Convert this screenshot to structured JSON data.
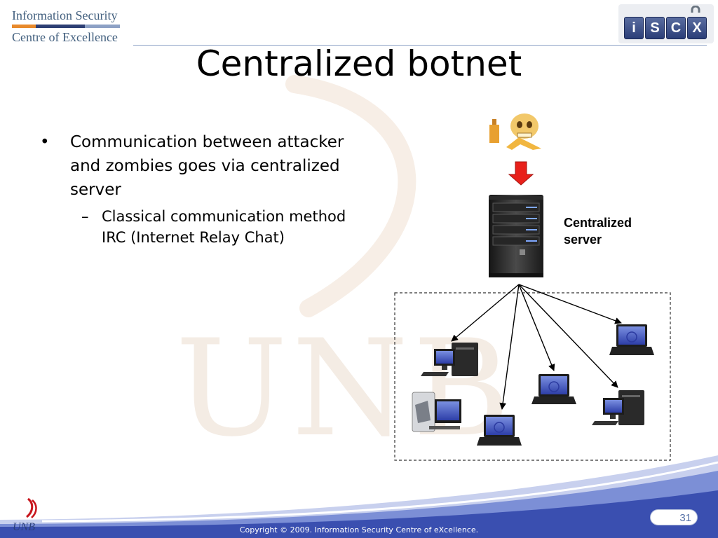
{
  "header": {
    "left_logo": {
      "line1": "Information Security",
      "line2": "Centre of Excellence"
    },
    "right_logo": {
      "letters": [
        "i",
        "S",
        "C",
        "X"
      ],
      "icon": "padlock-icon"
    },
    "colors": {
      "logo_text": "#43607f",
      "rule": "#8da1c5",
      "tile": "#2b3e78"
    }
  },
  "slide": {
    "title": "Centralized botnet",
    "bullets": [
      {
        "marker": "•",
        "text": "Communication between attacker and zombies goes via centralized server"
      },
      {
        "marker": "–",
        "text": "Classical communication method IRC (Internet Relay Chat)"
      }
    ]
  },
  "diagram": {
    "attacker_icon": "attacker-icon",
    "arrow_icon": "red-down-arrow-icon",
    "server_icon": "server-tower-icon",
    "server_label": [
      "Centralized",
      "server"
    ],
    "zombies": [
      {
        "type": "desktop-computer-icon"
      },
      {
        "type": "laptop-icon"
      },
      {
        "type": "laptop-icon"
      },
      {
        "type": "laptop-icon"
      },
      {
        "type": "desktop-computer-icon"
      },
      {
        "type": "desktop-computer-icon"
      }
    ],
    "colors": {
      "arrow": "#e8201a",
      "lines": "#000000",
      "screen": "#4a5bc4"
    }
  },
  "watermark": {
    "text": "UNB",
    "color": "#f4ece4"
  },
  "footer": {
    "logo_text": "UNB",
    "page_number": "31",
    "copyright": "Copyright © 2009. Information Security Centre of eXcellence.",
    "colors": {
      "band": "#3a4fb0",
      "light": "#c8d0ee"
    }
  }
}
